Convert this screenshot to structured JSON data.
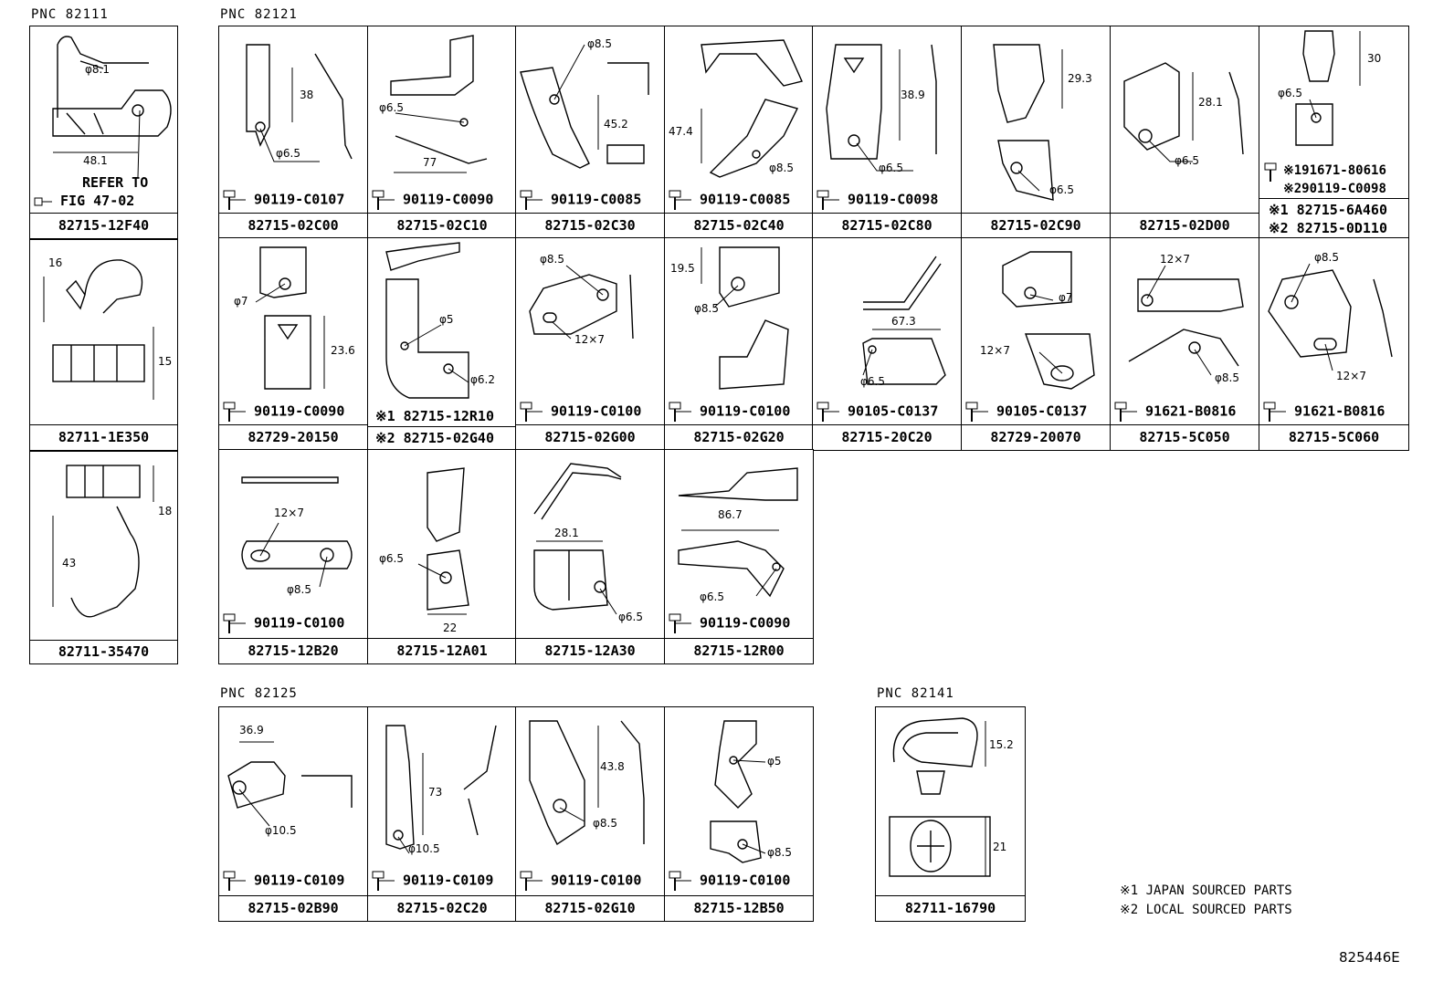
{
  "groups": {
    "g82111": "PNC 82111",
    "g82121": "PNC 82121",
    "g82125": "PNC 82125",
    "g82141": "PNC 82141"
  },
  "cells": {
    "c1": {
      "part": "82715-12F40",
      "dims": [
        "φ8.1",
        "48.1"
      ],
      "refer1": "REFER TO",
      "refer2": "FIG 47-02"
    },
    "c2": {
      "part": "82711-1E350",
      "dims": [
        "16",
        "15"
      ]
    },
    "c3": {
      "part": "82711-35470",
      "dims": [
        "18",
        "43"
      ]
    },
    "r1_1": {
      "part": "82715-02C00",
      "dims": [
        "38",
        "φ6.5"
      ],
      "bolt": "90119-C0107"
    },
    "r1_2": {
      "part": "82715-02C10",
      "dims": [
        "φ6.5",
        "77"
      ],
      "bolt": "90119-C0090"
    },
    "r1_3": {
      "part": "82715-02C30",
      "dims": [
        "φ8.5",
        "45.2"
      ],
      "bolt": "90119-C0085"
    },
    "r1_4": {
      "part": "82715-02C40",
      "dims": [
        "47.4",
        "φ8.5"
      ],
      "bolt": "90119-C0085"
    },
    "r1_5": {
      "part": "82715-02C80",
      "dims": [
        "38.9",
        "φ6.5"
      ],
      "bolt": "90119-C0098"
    },
    "r1_6": {
      "part": "82715-02C90",
      "dims": [
        "29.3",
        "φ6.5"
      ]
    },
    "r1_7": {
      "part": "82715-02D00",
      "dims": [
        "28.1",
        "φ6.5"
      ]
    },
    "r1_8": {
      "dims": [
        "30",
        "φ6.5"
      ],
      "alt1": "※191671-80616",
      "alt2": "※290119-C0098",
      "part1": "※1 82715-6A460",
      "part2": "※2 82715-0D110"
    },
    "r2_1": {
      "part": "82729-20150",
      "dims": [
        "φ7",
        "23.6"
      ],
      "bolt": "90119-C0090"
    },
    "r2_2": {
      "dims": [
        "φ5",
        "φ6.2"
      ],
      "part1": "※1 82715-12R10",
      "part2": "※2 82715-02G40"
    },
    "r2_3": {
      "part": "82715-02G00",
      "dims": [
        "φ8.5",
        "12×7"
      ],
      "bolt": "90119-C0100"
    },
    "r2_4": {
      "part": "82715-02G20",
      "dims": [
        "19.5",
        "φ8.5"
      ],
      "bolt": "90119-C0100"
    },
    "r2_5": {
      "part": "82715-20C20",
      "dims": [
        "67.3",
        "φ6.5"
      ],
      "bolt": "90105-C0137"
    },
    "r2_6": {
      "part": "82729-20070",
      "dims": [
        "φ7",
        "12×7"
      ],
      "bolt": "90105-C0137"
    },
    "r2_7": {
      "part": "82715-5C050",
      "dims": [
        "12×7",
        "φ8.5"
      ],
      "bolt": "91621-B0816"
    },
    "r2_8": {
      "part": "82715-5C060",
      "dims": [
        "φ8.5",
        "12×7"
      ],
      "bolt": "91621-B0816"
    },
    "r3_1": {
      "part": "82715-12B20",
      "dims": [
        "12×7",
        "φ8.5"
      ],
      "bolt": "90119-C0100"
    },
    "r3_2": {
      "part": "82715-12A01",
      "dims": [
        "φ6.5",
        "22"
      ]
    },
    "r3_3": {
      "part": "82715-12A30",
      "dims": [
        "28.1",
        "φ6.5"
      ]
    },
    "r3_4": {
      "part": "82715-12R00",
      "dims": [
        "86.7",
        "φ6.5"
      ],
      "bolt": "90119-C0090"
    },
    "b_1": {
      "part": "82715-02B90",
      "dims": [
        "36.9",
        "φ10.5"
      ],
      "bolt": "90119-C0109"
    },
    "b_2": {
      "part": "82715-02C20",
      "dims": [
        "73",
        "φ10.5"
      ],
      "bolt": "90119-C0109"
    },
    "b_3": {
      "part": "82715-02G10",
      "dims": [
        "43.8",
        "φ8.5"
      ],
      "bolt": "90119-C0100"
    },
    "b_4": {
      "part": "82715-12B50",
      "dims": [
        "φ5",
        "φ8.5"
      ],
      "bolt": "90119-C0100"
    },
    "clip": {
      "part": "82711-16790",
      "dims": [
        "15.2",
        "21"
      ]
    }
  },
  "legend": {
    "line1": "※1  JAPAN SOURCED PARTS",
    "line2": "※2  LOCAL SOURCED PARTS"
  },
  "figure_code": "825446E"
}
